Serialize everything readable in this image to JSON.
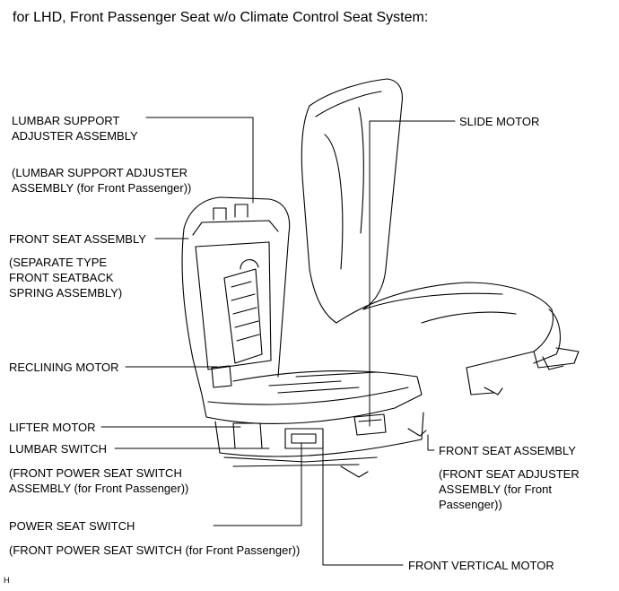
{
  "title": "for LHD, Front Passenger Seat w/o Climate Control Seat System:",
  "figure_id": "H",
  "labels": {
    "lumbar_support": "LUMBAR SUPPORT\nADJUSTER ASSEMBLY",
    "lumbar_support_note": "(LUMBAR SUPPORT ADJUSTER\nASSEMBLY (for Front Passenger))",
    "front_seat_assembly_left": "FRONT SEAT ASSEMBLY",
    "front_seat_assembly_left_note": "(SEPARATE TYPE\nFRONT SEATBACK\nSPRING ASSEMBLY)",
    "reclining_motor": "RECLINING MOTOR",
    "lifter_motor": "LIFTER MOTOR",
    "lumbar_switch": "LUMBAR SWITCH",
    "lumbar_switch_note": "(FRONT POWER SEAT SWITCH\nASSEMBLY (for Front Passenger))",
    "power_seat_switch": "POWER SEAT SWITCH",
    "power_seat_switch_note": "(FRONT POWER SEAT SWITCH (for Front Passenger))",
    "slide_motor": "SLIDE MOTOR",
    "front_seat_assembly_right": "FRONT SEAT ASSEMBLY",
    "front_seat_assembly_right_note": "(FRONT SEAT ADJUSTER\nASSEMBLY (for Front\nPassenger))",
    "front_vertical_motor": "FRONT VERTICAL MOTOR"
  }
}
